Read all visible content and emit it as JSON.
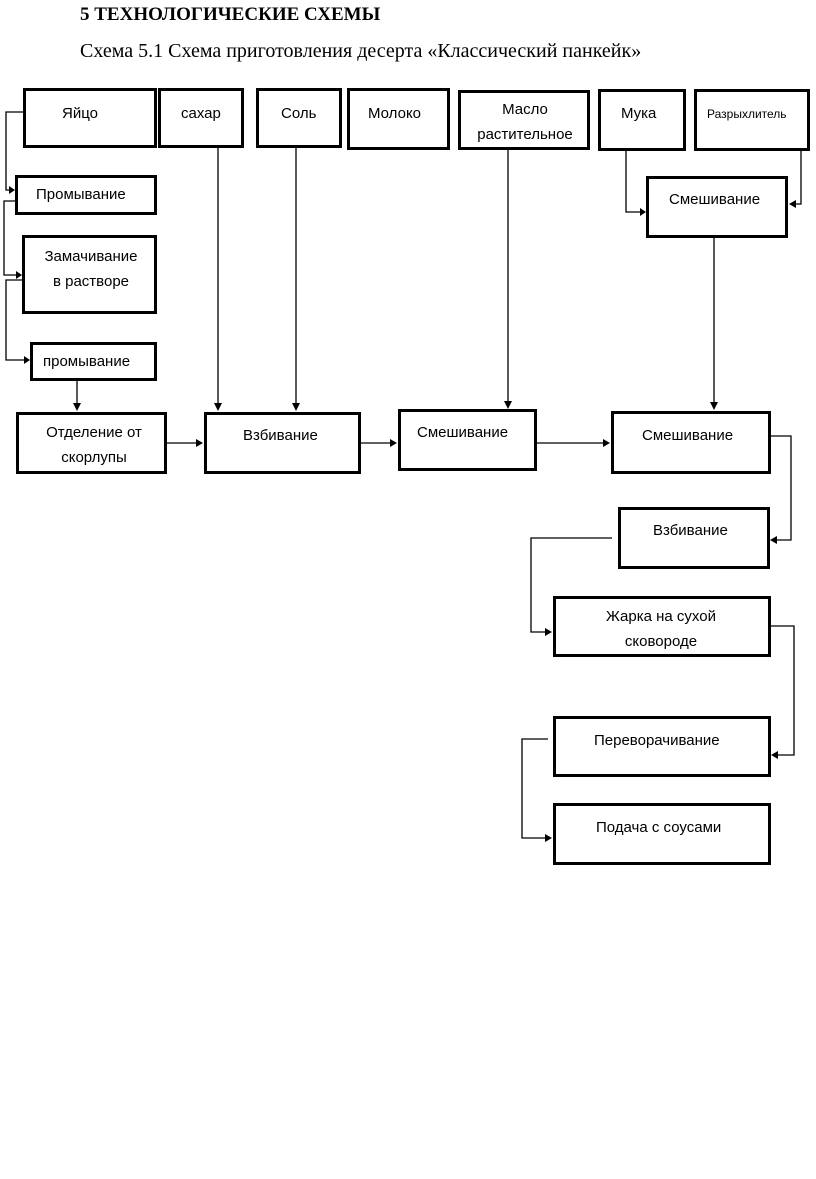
{
  "document": {
    "heading": "5 ТЕХНОЛОГИЧЕСКИЕ СХЕМЫ",
    "caption": "Схема 5.1 Схема приготовления десерта «Классический панкейк»"
  },
  "diagram": {
    "ingredients": {
      "egg": "Яйцо",
      "sugar": "сахар",
      "salt": "Соль",
      "milk": "Молоко",
      "oil": "Масло\nрастительное",
      "flour": "Мука",
      "baking_powder": "Разрыхлитель"
    },
    "steps": {
      "washing_1": "Промывание",
      "soaking": "Замачивание\nв растворе",
      "washing_2": "промывание",
      "shell_separation": "Отделение от\nскорлупы",
      "whipping_1": "Взбивание",
      "mixing_1": "Смешивание",
      "mixing_dry": "Смешивание",
      "mixing_2": "Смешивание",
      "whipping_2": "Взбивание",
      "frying": "Жарка на сухой\nсковороде",
      "turning": "Переворачивание",
      "serving": "Подача с соусами"
    }
  }
}
